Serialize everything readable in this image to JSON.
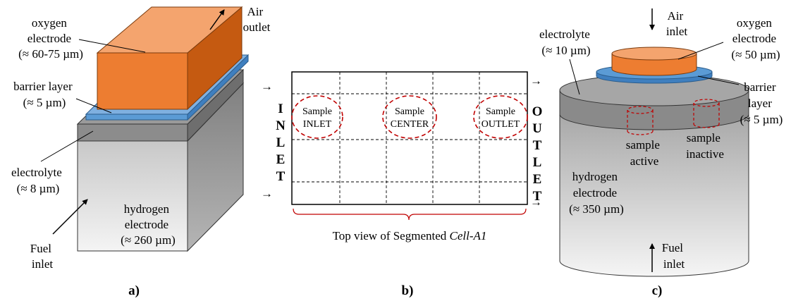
{
  "colors": {
    "oxygen": "#ED7D31",
    "barrier": "#5B9BD5",
    "electrolyte": "#7F7F7F",
    "hydrogen_top": "#A6A6A6",
    "hydrogen_bottom": "#F2F2F2",
    "sample_circle": "#C00000"
  },
  "panel_a": {
    "caption": "a)",
    "air_outlet": [
      "Air",
      "outlet"
    ],
    "oxygen_label": [
      "oxygen",
      "electrode",
      "(≈ 60-75 µm)"
    ],
    "barrier_label": [
      "barrier layer",
      "(≈ 5 µm)"
    ],
    "electrolyte_label": [
      "electrolyte",
      "(≈ 8 µm)"
    ],
    "fuel_inlet": [
      "Fuel",
      "inlet"
    ],
    "hydrogen_label": [
      "hydrogen",
      "electrode",
      "(≈ 260 µm)"
    ]
  },
  "panel_b": {
    "caption": "b)",
    "inlet_letters": [
      "I",
      "N",
      "L",
      "E",
      "T"
    ],
    "outlet_letters": [
      "O",
      "U",
      "T",
      "L",
      "E",
      "T"
    ],
    "samples": [
      {
        "line1": "Sample",
        "line2": "INLET"
      },
      {
        "line1": "Sample",
        "line2": "CENTER"
      },
      {
        "line1": "Sample",
        "line2": "OUTLET"
      }
    ],
    "view_label_prefix": "Top view of Segmented ",
    "view_label_italic": "Cell-A1"
  },
  "panel_c": {
    "caption": "c)",
    "air_inlet": [
      "Air",
      "inlet"
    ],
    "electrolyte_label": [
      "electrolyte",
      "(≈ 10 µm)"
    ],
    "oxygen_label": [
      "oxygen",
      "electrode",
      "(≈ 50 µm)"
    ],
    "barrier_label": [
      "barrier",
      "layer",
      "(≈ 5 µm)"
    ],
    "sample_active": [
      "sample",
      "active"
    ],
    "sample_inactive": [
      "sample",
      "inactive"
    ],
    "hydrogen_label": [
      "hydrogen",
      "electrode",
      "(≈ 350 µm)"
    ],
    "fuel_inlet": [
      "Fuel",
      "inlet"
    ]
  }
}
